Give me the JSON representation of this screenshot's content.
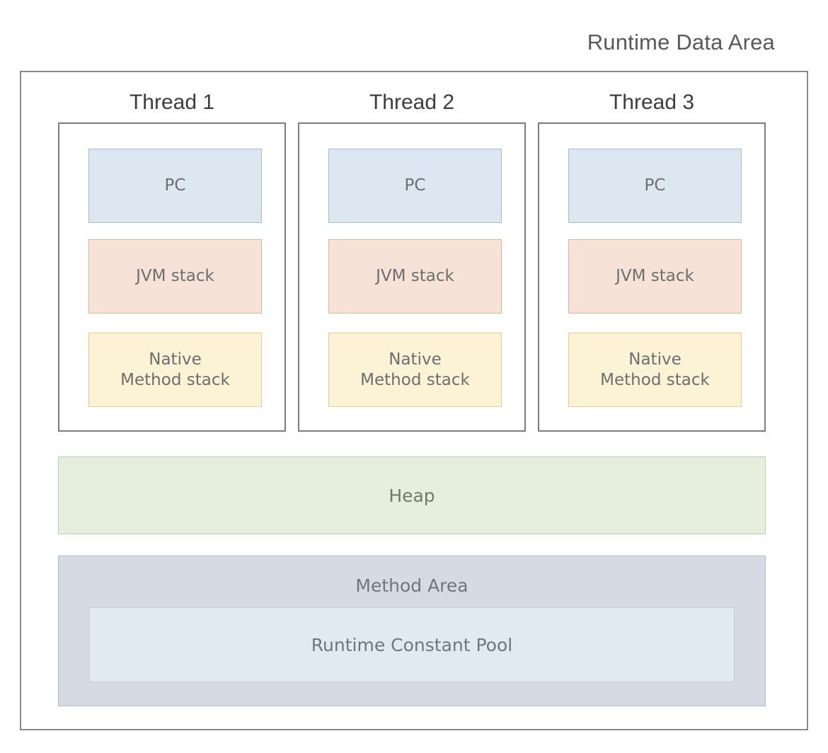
{
  "title": "Runtime Data Area",
  "threads": [
    {
      "label": "Thread 1",
      "regions": [
        {
          "name": "pc",
          "label": "PC"
        },
        {
          "name": "jvm-stack",
          "label": "JVM stack"
        },
        {
          "name": "native-method-stack",
          "label_line1": "Native",
          "label_line2": "Method stack"
        }
      ]
    },
    {
      "label": "Thread 2",
      "regions": [
        {
          "name": "pc",
          "label": "PC"
        },
        {
          "name": "jvm-stack",
          "label": "JVM stack"
        },
        {
          "name": "native-method-stack",
          "label_line1": "Native",
          "label_line2": "Method stack"
        }
      ]
    },
    {
      "label": "Thread 3",
      "regions": [
        {
          "name": "pc",
          "label": "PC"
        },
        {
          "name": "jvm-stack",
          "label": "JVM stack"
        },
        {
          "name": "native-method-stack",
          "label_line1": "Native",
          "label_line2": "Method stack"
        }
      ]
    }
  ],
  "heap": {
    "label": "Heap"
  },
  "method_area": {
    "label": "Method Area",
    "runtime_constant_pool": {
      "label": "Runtime Constant Pool"
    }
  },
  "colors": {
    "frame_border": "#8a8a8a",
    "thread_border": "#7d7d7d",
    "pc_fill": "#dde7f1",
    "pc_border": "#a8bccd",
    "jvm_stack_fill": "#f6e2d7",
    "jvm_stack_border": "#dbb79d",
    "native_stack_fill": "#fcf3d6",
    "native_stack_border": "#ddcf94",
    "heap_fill": "#e6eedd",
    "heap_border": "#c2cfb3",
    "method_area_fill": "#d5dae4",
    "method_area_border": "#b3bbc9",
    "constant_pool_fill": "#e1e9f3",
    "constant_pool_border": "#c3cddb",
    "title_text": "#595959",
    "thread_label_text": "#3d3d3d",
    "region_label_text": "#6e6e6e"
  }
}
